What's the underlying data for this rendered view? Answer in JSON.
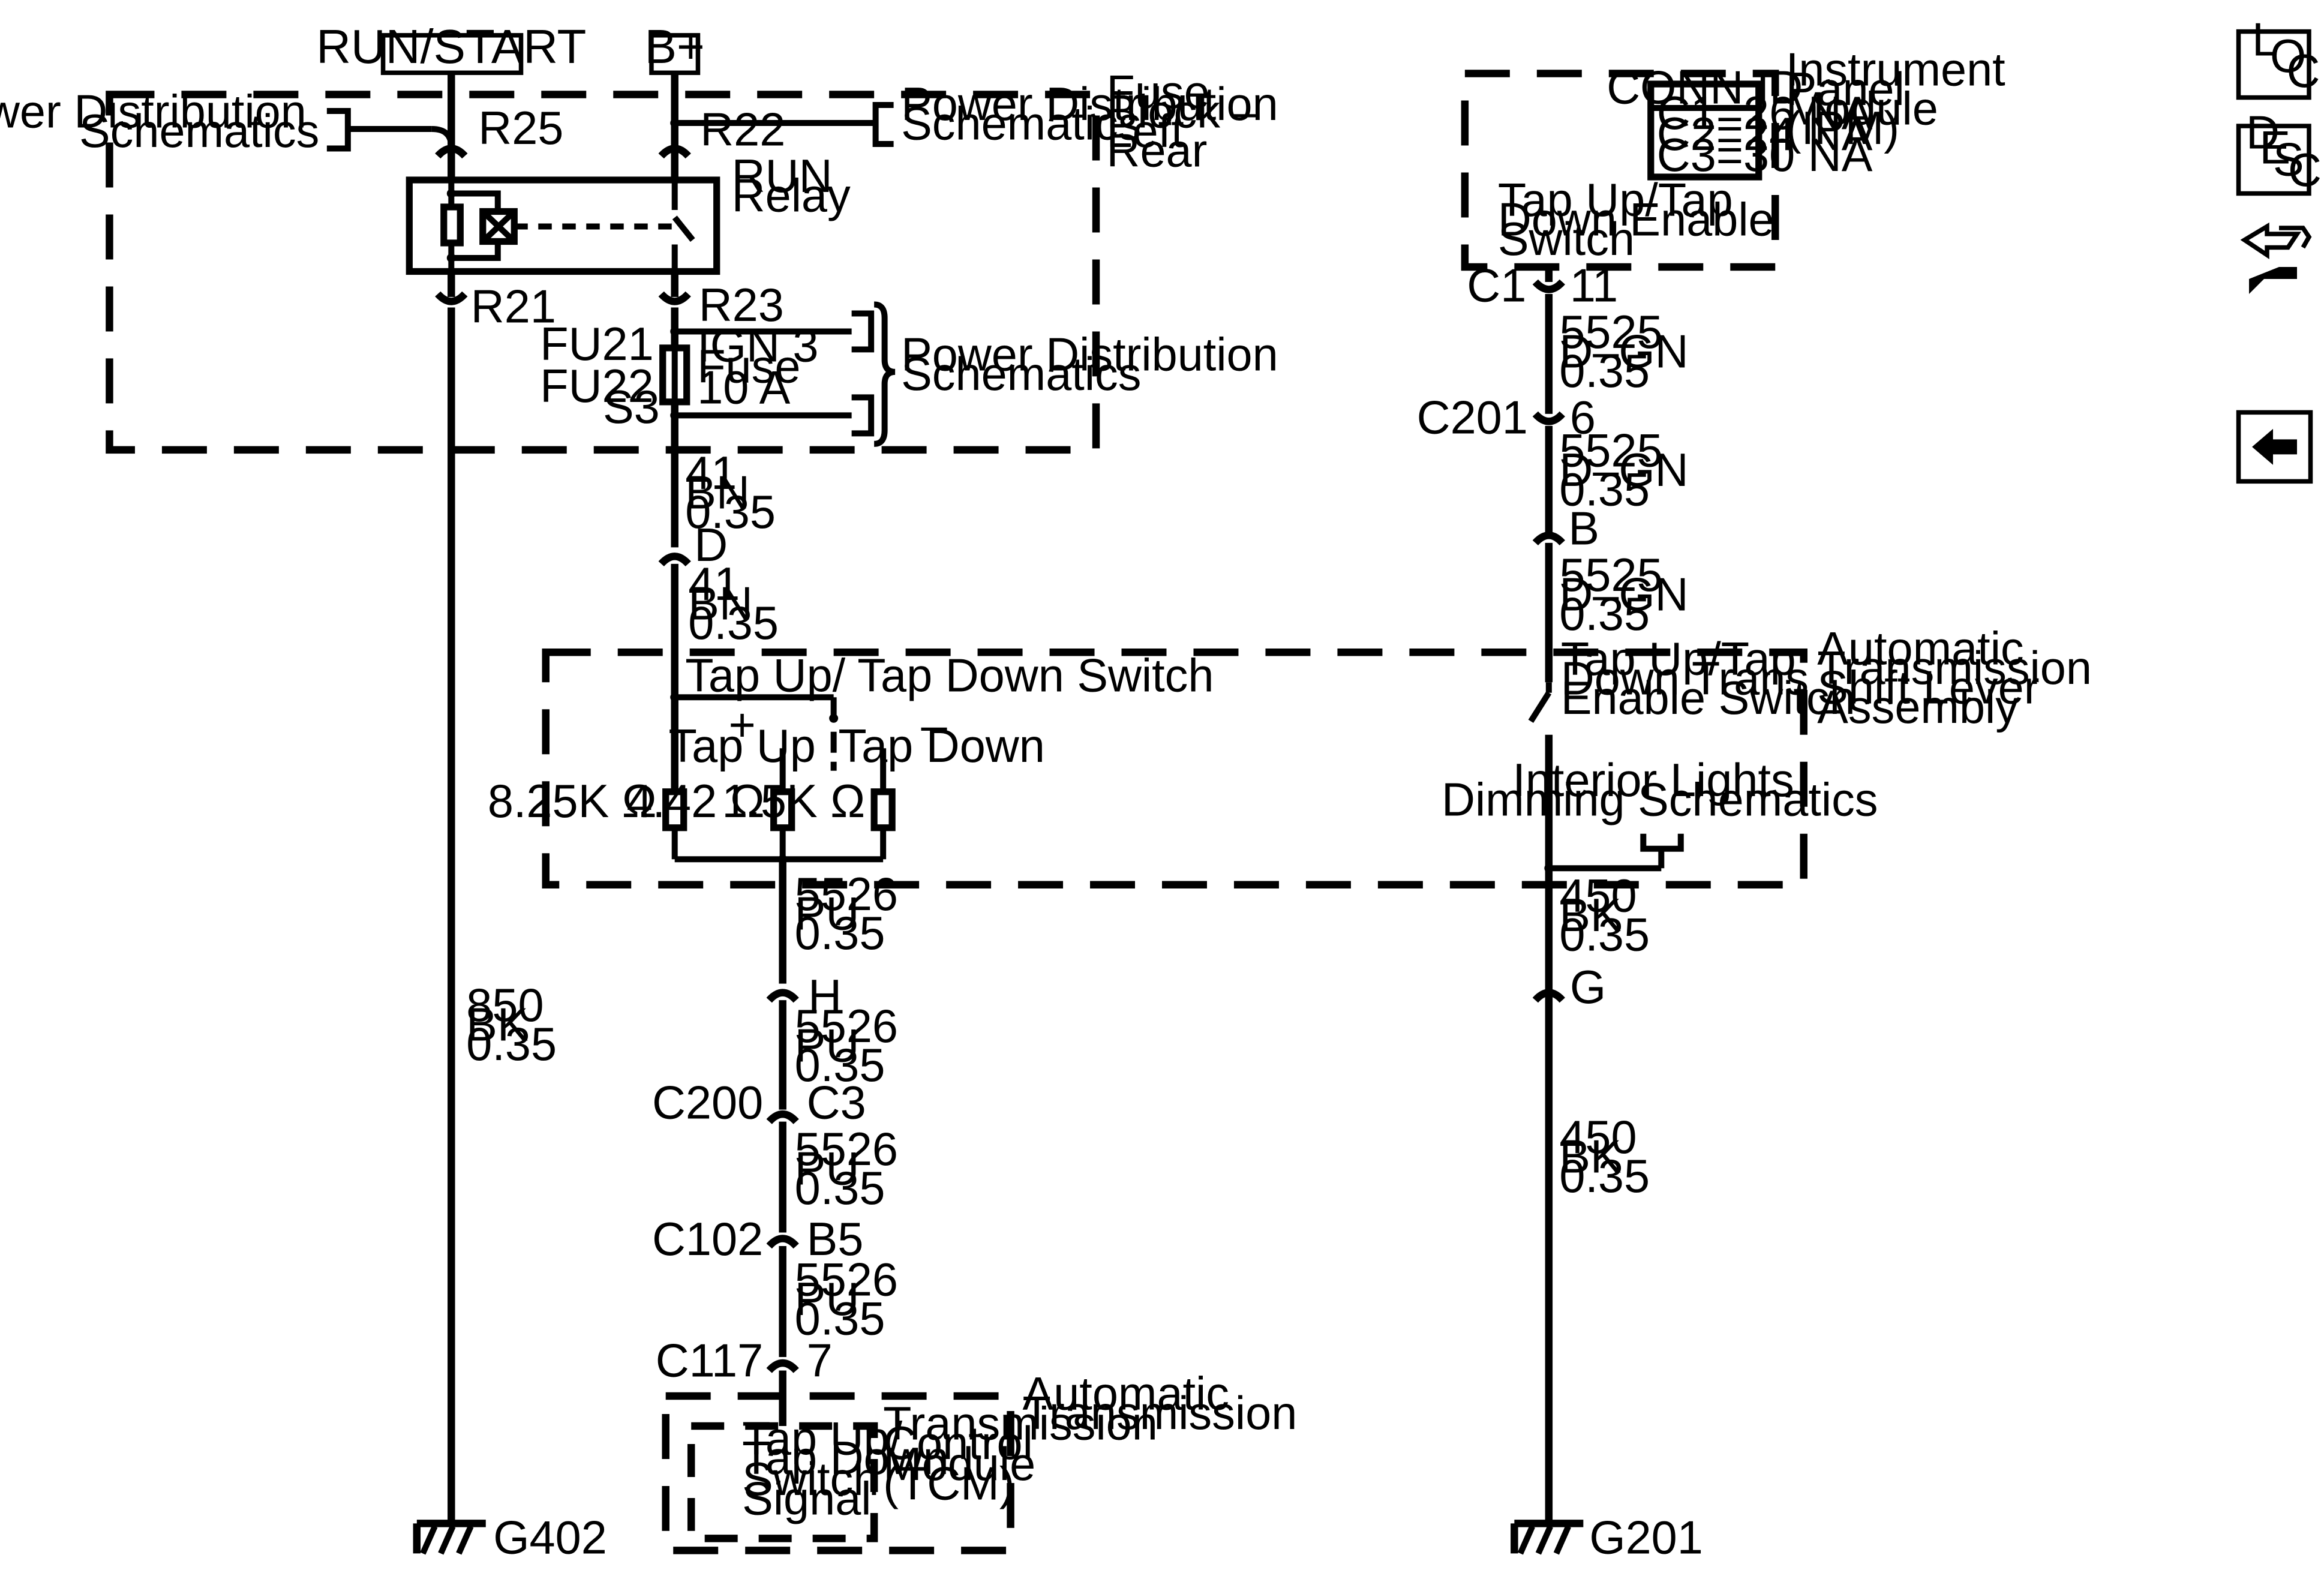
{
  "power_sources": {
    "run_start": "RUN/START",
    "b_plus": "B+"
  },
  "modules": {
    "fuse_block": [
      "Fuse",
      "Block –",
      "Left",
      "Rear"
    ],
    "ipm": [
      "Instrument",
      "Panel",
      "Module",
      "(IPM)"
    ],
    "shifter": [
      "Automatic",
      "Transmission",
      "Shift Lever",
      "Assembly"
    ],
    "auto_trans": [
      "Automatic",
      "Transmission"
    ],
    "tcm": [
      "Transmission",
      "Control",
      "Module",
      "(TCM)"
    ]
  },
  "refs": {
    "pds_left": [
      "Power Distribution",
      "Schematics"
    ],
    "pds_r22": [
      "Power Distribution",
      "Schematics"
    ],
    "pds_fuse": [
      "Power Distribution",
      "Schematics"
    ],
    "interior_lights": [
      "Interior Lights",
      "Dimming Schematics"
    ]
  },
  "relay": {
    "label": [
      "RUN",
      "Relay"
    ]
  },
  "fuse": {
    "top_ref": "FU21",
    "bottom_ref": "FU22",
    "label": [
      "IGN 3",
      "Fuse",
      "10 A"
    ]
  },
  "terminals": {
    "r25": "R25",
    "r22": "R22",
    "r21": "R21",
    "r23": "R23",
    "s3": "S3"
  },
  "conn_id": {
    "header": "CONN ID",
    "rows": [
      "C1=26 NA",
      "C2=24 NA",
      "C3=30 NA"
    ]
  },
  "switch_labels": {
    "ipm_switch": [
      "Tap Up/Tap",
      "Down Enable",
      "Switch"
    ],
    "tap_switch": "Tap Up/ Tap Down Switch",
    "plus": "+",
    "tap_up": "Tap Up",
    "minus": "–",
    "tap_down": "Tap Down",
    "enable_switch": [
      "Tap Up/Tap",
      "Down Trans",
      "Enable Switch"
    ],
    "tcm_signal": [
      "Tap Up/",
      "Tap Down",
      "Switch",
      "Signal"
    ]
  },
  "resistors": {
    "r1": "8.25K Ω",
    "r2": "4.42 Ω",
    "r3": "1.5K Ω"
  },
  "wires": {
    "w850": [
      "850",
      "BK",
      "0.35"
    ],
    "w41a": [
      "41",
      "BN",
      "0.35"
    ],
    "w41b": [
      "41",
      "BN",
      "0.35"
    ],
    "w5526a": [
      "5526",
      "PU",
      "0.35"
    ],
    "w5526b": [
      "5526",
      "PU",
      "0.35"
    ],
    "w5526c": [
      "5526",
      "PU",
      "0.35"
    ],
    "w5526d": [
      "5526",
      "PU",
      "0.35"
    ],
    "w5525a": [
      "5525",
      "D–GN",
      "0.35"
    ],
    "w5525b": [
      "5525",
      "D–GN",
      "0.35"
    ],
    "w5525c": [
      "5525",
      "D–GN",
      "0.35"
    ],
    "w450a": [
      "450",
      "BK",
      "0.35"
    ],
    "w450b": [
      "450",
      "BK",
      "0.35"
    ]
  },
  "connectors": {
    "d": {
      "pin": "D"
    },
    "h": {
      "pin": "H"
    },
    "c200": {
      "name": "C200",
      "pin": "C3"
    },
    "c102": {
      "name": "C102",
      "pin": "B5"
    },
    "c117": {
      "name": "C117",
      "pin": "7"
    },
    "c1": {
      "name": "C1",
      "pin": "11"
    },
    "c201": {
      "name": "C201",
      "pin": "6"
    },
    "b": {
      "pin": "B"
    },
    "g": {
      "pin": "G"
    }
  },
  "grounds": {
    "g402": "G402",
    "g201": "G201"
  },
  "nav": {
    "loc": [
      "L",
      "O",
      "C"
    ],
    "desc": [
      "D",
      "E",
      "S",
      "C"
    ]
  }
}
